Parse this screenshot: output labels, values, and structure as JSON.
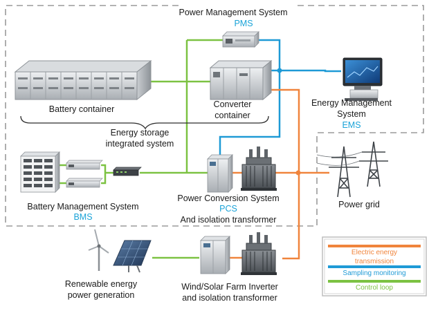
{
  "labels": {
    "pms_title": "Power Management System",
    "pms_acronym": "PMS",
    "battery_container": "Battery container",
    "converter_container_line1": "Converter",
    "converter_container_line2": "container",
    "energy_storage_line1": "Energy storage",
    "energy_storage_line2": "integrated system",
    "ems_line1": "Energy Management",
    "ems_line2": "System",
    "ems_acronym": "EMS",
    "bms_title": "Battery Management System",
    "bms_acronym": "BMS",
    "pcs_title": "Power Conversion System",
    "pcs_acronym": "PCS",
    "pcs_sub": "And isolation transformer",
    "power_grid": "Power grid",
    "renewable_line1": "Renewable energy",
    "renewable_line2": "power generation",
    "inverter_line1": "Wind/Solar Farm Inverter",
    "inverter_line2": "and isolation transformer"
  },
  "legend": {
    "items": [
      {
        "line1": "Electric energy",
        "line2": "transmission",
        "color": "#f0843c"
      },
      {
        "line1": "Sampling monitoring",
        "line2": "",
        "color": "#1e9ad6"
      },
      {
        "line1": "Control loop",
        "line2": "",
        "color": "#7cc242"
      }
    ]
  },
  "colors": {
    "electric": "#f0843c",
    "sampling": "#1e9ad6",
    "control": "#7cc242",
    "acronym": "#1aa3d8",
    "dashed_border": "#9a9a9a"
  },
  "icons": [
    "battery-container-icon",
    "converter-container-icon",
    "pms-controller-icon",
    "ems-computer-icon",
    "bms-rack-icon",
    "bms-module-icon",
    "switch-icon",
    "pcs-cabinet-icon",
    "transformer-icon",
    "power-tower-icon",
    "wind-turbine-icon",
    "solar-panel-icon",
    "inverter-cabinet-icon"
  ]
}
